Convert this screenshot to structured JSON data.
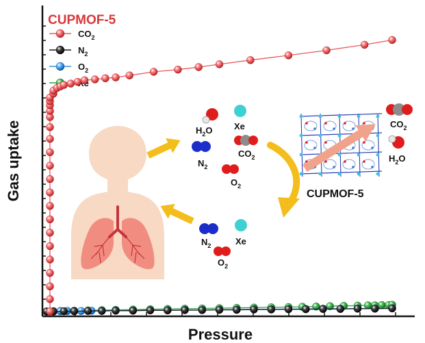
{
  "chart_data": {
    "type": "scatter",
    "title": "CUPMOF-5",
    "xlabel": "Pressure",
    "ylabel": "Gas uptake",
    "xlim": [
      0,
      1
    ],
    "ylim": [
      0,
      1
    ],
    "grid": false,
    "legend": "top-left",
    "series": [
      {
        "name": "CO2",
        "color": "#e8585a",
        "x": [
          0.01,
          0.01,
          0.01,
          0.01,
          0.01,
          0.01,
          0.01,
          0.01,
          0.01,
          0.01,
          0.01,
          0.01,
          0.01,
          0.01,
          0.01,
          0.01,
          0.01,
          0.01,
          0.01,
          0.01,
          0.02,
          0.02,
          0.03,
          0.04,
          0.05,
          0.07,
          0.09,
          0.11,
          0.14,
          0.17,
          0.2,
          0.24,
          0.31,
          0.38,
          0.44,
          0.5,
          0.59,
          0.7,
          0.81,
          0.92,
          1.0
        ],
        "y": [
          0.0,
          0.044,
          0.09,
          0.138,
          0.186,
          0.234,
          0.282,
          0.33,
          0.378,
          0.426,
          0.474,
          0.522,
          0.57,
          0.618,
          0.66,
          0.696,
          0.718,
          0.738,
          0.753,
          0.766,
          0.78,
          0.791,
          0.8,
          0.806,
          0.811,
          0.816,
          0.822,
          0.828,
          0.831,
          0.835,
          0.838,
          0.845,
          0.858,
          0.866,
          0.875,
          0.885,
          0.9,
          0.917,
          0.935,
          0.955,
          0.972
        ]
      },
      {
        "name": "N2",
        "color": "#1a1a1a",
        "x": [
          0.0,
          0.02,
          0.05,
          0.08,
          0.12,
          0.16,
          0.2,
          0.25,
          0.3,
          0.35,
          0.4,
          0.45,
          0.5,
          0.55,
          0.6,
          0.65,
          0.7,
          0.75,
          0.8,
          0.85,
          0.9,
          0.95,
          1.0
        ],
        "y": [
          0.0,
          0.0,
          0.001,
          0.001,
          0.002,
          0.002,
          0.003,
          0.003,
          0.004,
          0.004,
          0.005,
          0.005,
          0.006,
          0.006,
          0.007,
          0.007,
          0.008,
          0.008,
          0.009,
          0.009,
          0.01,
          0.01,
          0.011
        ]
      },
      {
        "name": "O2",
        "color": "#3a8fd8",
        "x": [
          0.0,
          0.02,
          0.04,
          0.06,
          0.08,
          0.1,
          0.13,
          0.16,
          0.2,
          0.25,
          0.3,
          0.35,
          0.4,
          0.45,
          0.5,
          0.55,
          0.6,
          0.65,
          0.7,
          0.75,
          0.8,
          0.85,
          0.9,
          0.95,
          1.0
        ],
        "y": [
          0.0,
          0.001,
          0.001,
          0.002,
          0.002,
          0.002,
          0.003,
          0.003,
          0.004,
          0.004,
          0.005,
          0.005,
          0.006,
          0.006,
          0.007,
          0.007,
          0.008,
          0.008,
          0.009,
          0.009,
          0.01,
          0.01,
          0.011,
          0.011,
          0.012
        ]
      },
      {
        "name": "Xe",
        "color": "#2e9e3c",
        "x": [
          0.0,
          0.02,
          0.04,
          0.06,
          0.08,
          0.12,
          0.16,
          0.2,
          0.25,
          0.3,
          0.35,
          0.4,
          0.45,
          0.5,
          0.55,
          0.6,
          0.65,
          0.7,
          0.74,
          0.78,
          0.82,
          0.86,
          0.9,
          0.93,
          0.95,
          0.97,
          0.99,
          1.0
        ],
        "y": [
          0.0,
          0.001,
          0.002,
          0.002,
          0.003,
          0.004,
          0.005,
          0.006,
          0.007,
          0.008,
          0.009,
          0.01,
          0.011,
          0.012,
          0.013,
          0.014,
          0.015,
          0.016,
          0.017,
          0.018,
          0.019,
          0.02,
          0.021,
          0.022,
          0.022,
          0.023,
          0.023,
          0.024
        ]
      }
    ],
    "legend_entries": [
      {
        "base": "CO",
        "sub": "2"
      },
      {
        "base": "N",
        "sub": "2"
      },
      {
        "base": "O",
        "sub": "2"
      },
      {
        "base": "Xe",
        "sub": ""
      }
    ]
  },
  "illustration": {
    "molecules": {
      "h2o": {
        "base": "H",
        "sub": "2",
        "rest": "O"
      },
      "xe": "Xe",
      "n2": {
        "base": "N",
        "sub": "2"
      },
      "co2": {
        "base": "CO",
        "sub": "2"
      },
      "o2": {
        "base": "O",
        "sub": "2"
      }
    },
    "mof_label": "CUPMOF-5",
    "colors": {
      "person": "#f7d9c4",
      "lungs": "#f18d80",
      "trachea": "#c6333a",
      "arrow_yellow": "#f3bd1b",
      "mof_arrow": "#f0a38a",
      "n2": "#1c2ec9",
      "o2": "#e01d1d",
      "xe": "#3fd0d4",
      "c": "#8c8c8c"
    }
  }
}
